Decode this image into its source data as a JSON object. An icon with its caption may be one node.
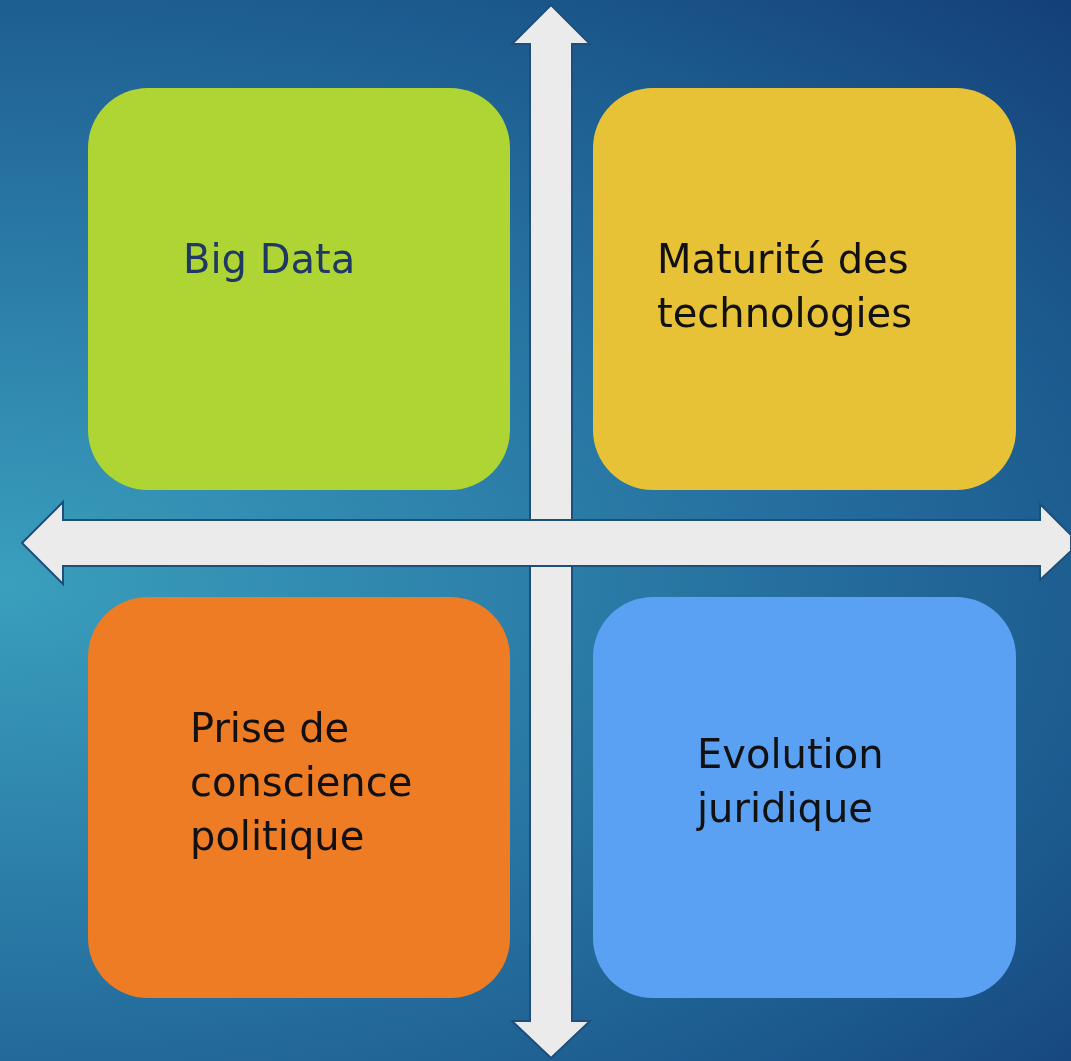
{
  "diagram": {
    "nodes": [
      {
        "text": [
          "Big Data"
        ]
      },
      {
        "text": [
          "Maturité des technologies"
        ]
      },
      {
        "text": [
          "Prise de conscience politique"
        ]
      },
      {
        "text": [
          "Evolution juridique"
        ]
      }
    ]
  }
}
